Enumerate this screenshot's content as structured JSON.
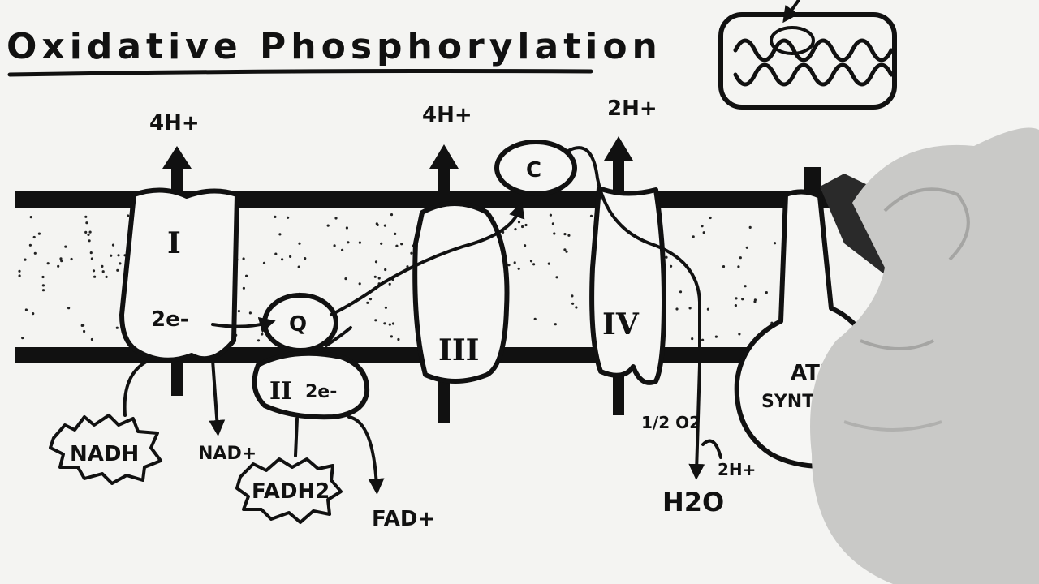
{
  "title": "Oxidative Phosphorylation",
  "proton_labels": {
    "complex1": "4H+",
    "complex3": "4H+",
    "complex4": "2H+"
  },
  "complexes": {
    "c1": "I",
    "c2": "II",
    "c3": "III",
    "c4": "IV",
    "q": "Q",
    "c": "C",
    "atp_synthase_line1": "ATP",
    "atp_synthase_line2": "SYNTHETASE"
  },
  "electrons": {
    "c1": "2e-",
    "c2": "2e-"
  },
  "substrates": {
    "nadh": "NADH",
    "nad": "NAD+",
    "fadh2": "FADH2",
    "fad": "FAD+",
    "o2": "1/2 O2",
    "h_in": "2H+",
    "water": "H2O"
  },
  "colors": {
    "ink": "#111111",
    "paper": "#f4f4f2"
  },
  "icons": [
    "mitochondrion-icon",
    "hand-with-marker"
  ]
}
